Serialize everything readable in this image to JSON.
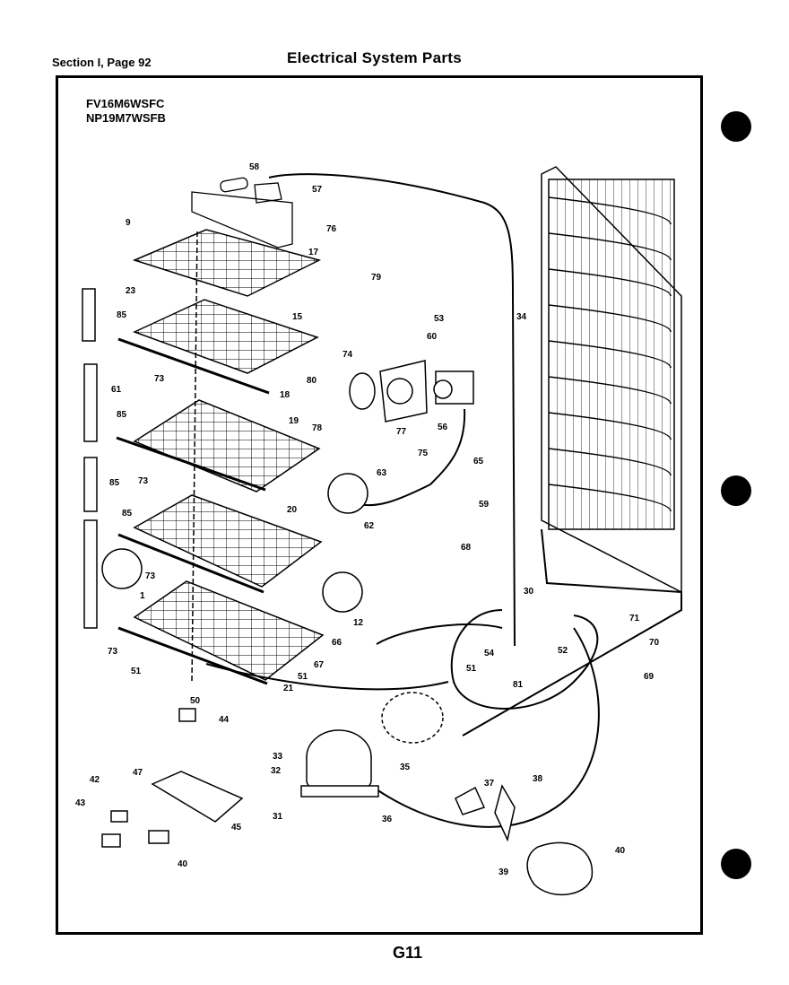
{
  "header": {
    "section": "Section I, Page 92",
    "title": "Electrical System Parts"
  },
  "models": [
    "FV16M6WSFC",
    "NP19M7WSFB"
  ],
  "footer": {
    "page_code": "G11"
  },
  "callouts": [
    {
      "id": "c58",
      "text": "58"
    },
    {
      "id": "c57",
      "text": "57"
    },
    {
      "id": "c9",
      "text": "9"
    },
    {
      "id": "c76",
      "text": "76"
    },
    {
      "id": "c17",
      "text": "17"
    },
    {
      "id": "c79",
      "text": "79"
    },
    {
      "id": "c23",
      "text": "23"
    },
    {
      "id": "c85a",
      "text": "85"
    },
    {
      "id": "c15",
      "text": "15"
    },
    {
      "id": "c53",
      "text": "53"
    },
    {
      "id": "c34",
      "text": "34"
    },
    {
      "id": "c74",
      "text": "74"
    },
    {
      "id": "c60",
      "text": "60"
    },
    {
      "id": "c61",
      "text": "61"
    },
    {
      "id": "c73a",
      "text": "73"
    },
    {
      "id": "c80",
      "text": "80"
    },
    {
      "id": "c18",
      "text": "18"
    },
    {
      "id": "c85b",
      "text": "85"
    },
    {
      "id": "c78",
      "text": "78"
    },
    {
      "id": "c77",
      "text": "77"
    },
    {
      "id": "c56",
      "text": "56"
    },
    {
      "id": "c19",
      "text": "19"
    },
    {
      "id": "c75",
      "text": "75"
    },
    {
      "id": "c65",
      "text": "65"
    },
    {
      "id": "c85c",
      "text": "85"
    },
    {
      "id": "c73b",
      "text": "73"
    },
    {
      "id": "c63",
      "text": "63"
    },
    {
      "id": "c85d",
      "text": "85"
    },
    {
      "id": "c20",
      "text": "20"
    },
    {
      "id": "c59",
      "text": "59"
    },
    {
      "id": "c62",
      "text": "62"
    },
    {
      "id": "c68a",
      "text": "68"
    },
    {
      "id": "c73c",
      "text": "73"
    },
    {
      "id": "c1",
      "text": "1"
    },
    {
      "id": "c30",
      "text": "30"
    },
    {
      "id": "c12",
      "text": "12"
    },
    {
      "id": "c71",
      "text": "71"
    },
    {
      "id": "c73d",
      "text": "73"
    },
    {
      "id": "c66",
      "text": "66"
    },
    {
      "id": "c54",
      "text": "54"
    },
    {
      "id": "c52",
      "text": "52"
    },
    {
      "id": "c70",
      "text": "70"
    },
    {
      "id": "c51a",
      "text": "51"
    },
    {
      "id": "c67",
      "text": "67"
    },
    {
      "id": "c51b",
      "text": "51"
    },
    {
      "id": "c51c",
      "text": "51"
    },
    {
      "id": "c81",
      "text": "81"
    },
    {
      "id": "c69",
      "text": "69"
    },
    {
      "id": "c21",
      "text": "21"
    },
    {
      "id": "c50",
      "text": "50"
    },
    {
      "id": "c44",
      "text": "44"
    },
    {
      "id": "c33",
      "text": "33"
    },
    {
      "id": "c32",
      "text": "32"
    },
    {
      "id": "c35",
      "text": "35"
    },
    {
      "id": "c47",
      "text": "47"
    },
    {
      "id": "c42",
      "text": "42"
    },
    {
      "id": "c37",
      "text": "37"
    },
    {
      "id": "c38",
      "text": "38"
    },
    {
      "id": "c43",
      "text": "43"
    },
    {
      "id": "c31",
      "text": "31"
    },
    {
      "id": "c36",
      "text": "36"
    },
    {
      "id": "c45",
      "text": "45"
    },
    {
      "id": "c40a",
      "text": "40"
    },
    {
      "id": "c40b",
      "text": "40"
    },
    {
      "id": "c39",
      "text": "39"
    }
  ]
}
